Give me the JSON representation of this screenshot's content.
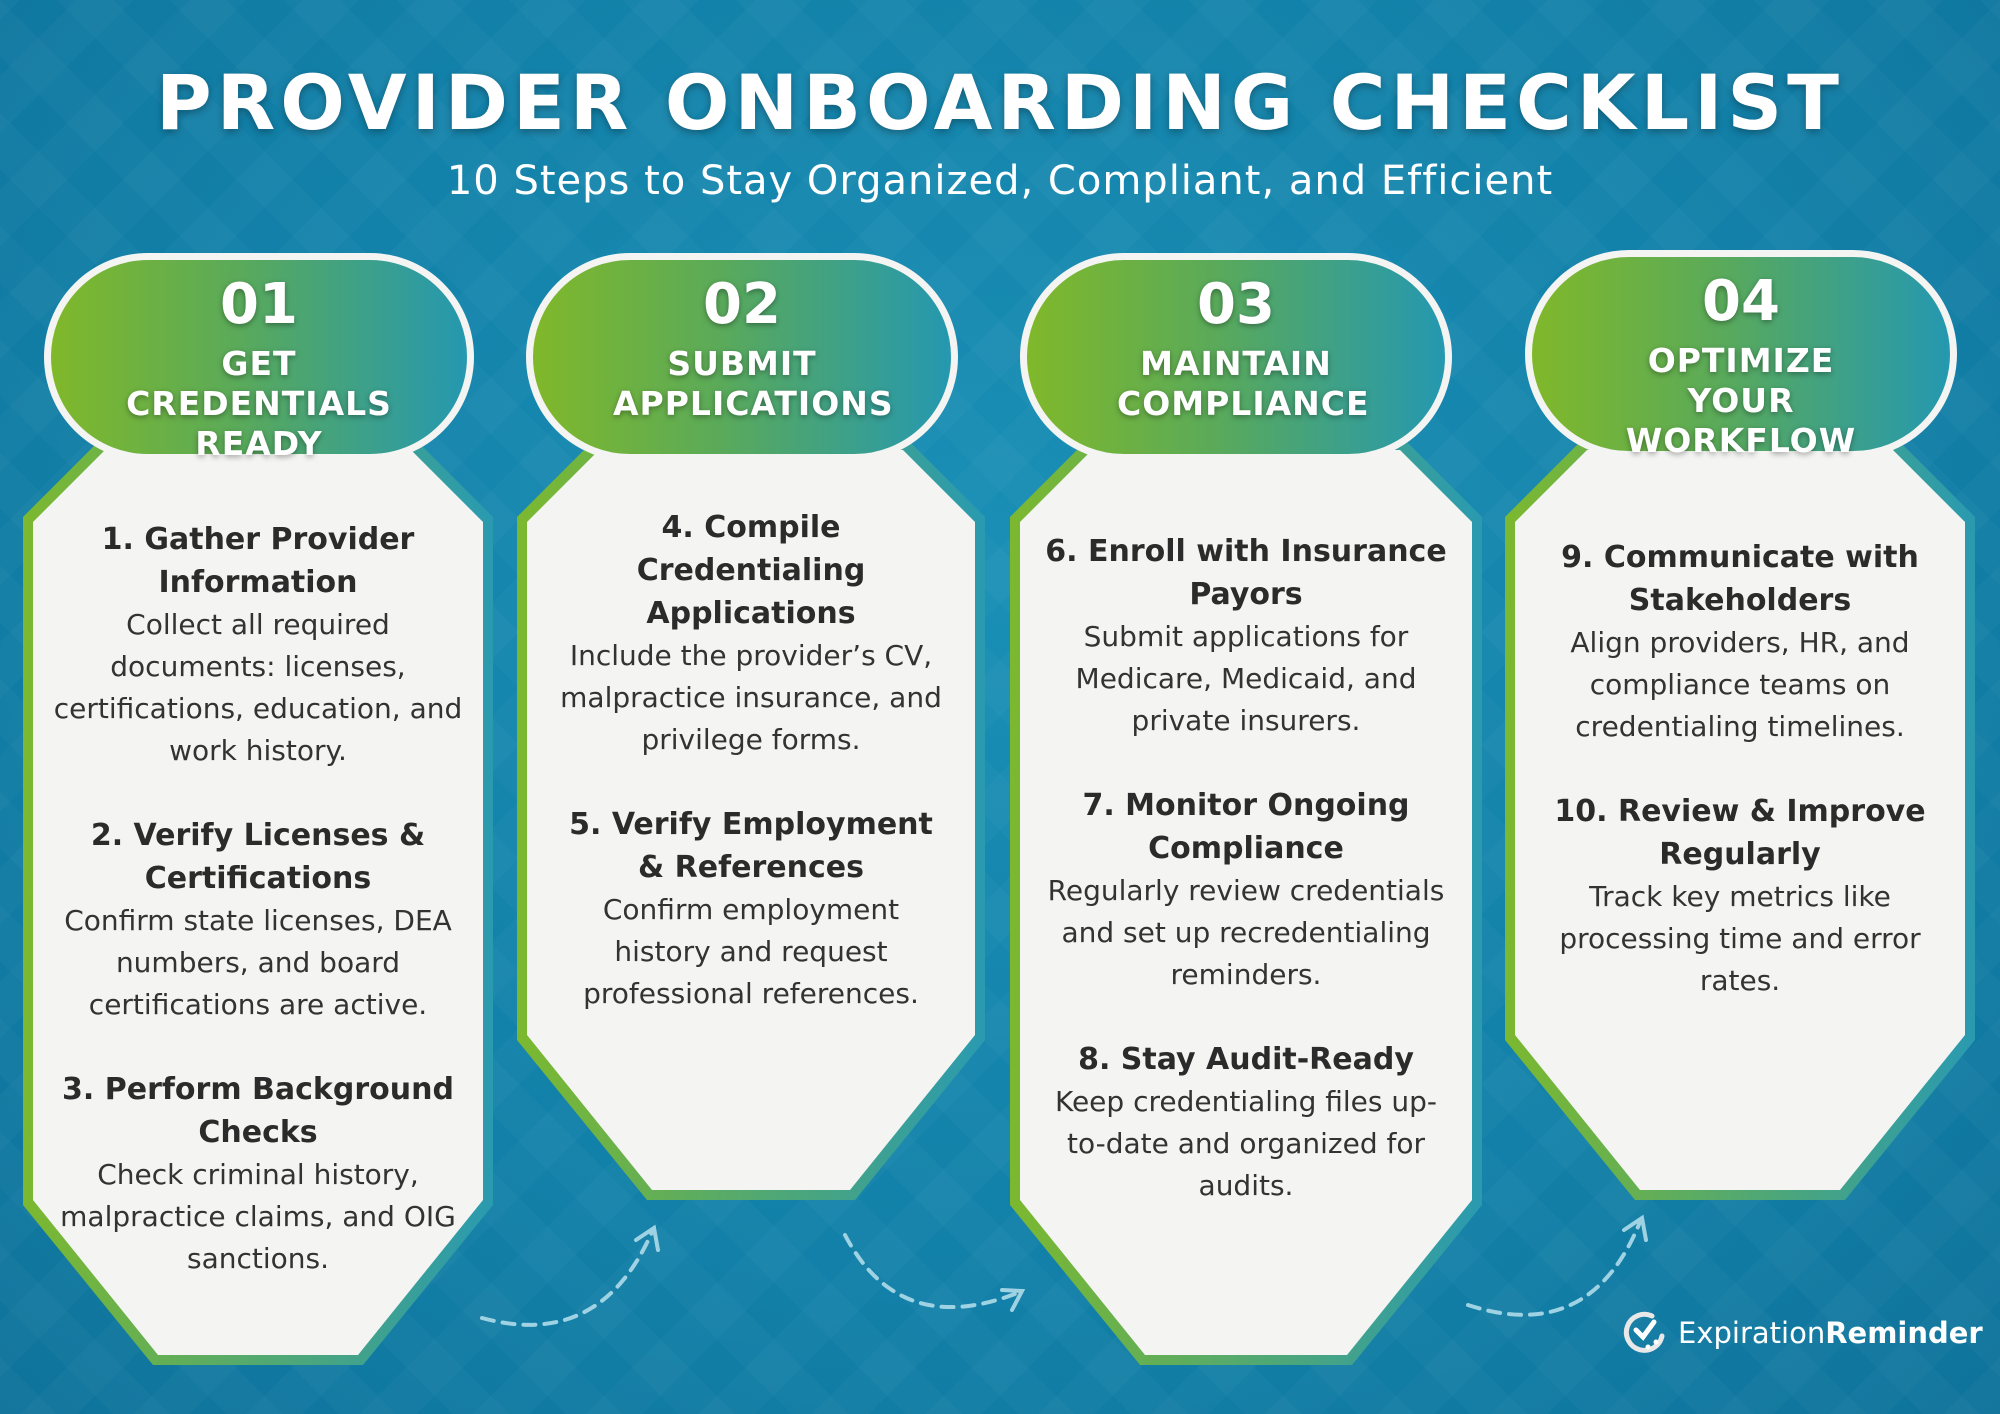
{
  "title": "PROVIDER ONBOARDING CHECKLIST",
  "subtitle": "10 Steps to Stay Organized, Compliant, and Efficient",
  "phases": [
    {
      "number": "01",
      "label": "GET CREDENTIALS READY",
      "steps": [
        {
          "title": "1. Gather Provider Information",
          "text": "Collect all required documents: licenses, certifications, education, and work history."
        },
        {
          "title": "2. Verify Licenses & Certifications",
          "text": "Confirm state licenses, DEA numbers, and board certifications are active."
        },
        {
          "title": "3. Perform Background Checks",
          "text": "Check criminal history, malpractice claims, and OIG sanctions."
        }
      ]
    },
    {
      "number": "02",
      "label": "SUBMIT APPLICATIONS",
      "steps": [
        {
          "title": "4. Compile Credentialing Applications",
          "text": "Include the provider’s CV, malpractice insurance, and privilege forms."
        },
        {
          "title": "5. Verify Employment & References",
          "text": "Confirm employment history and request professional references."
        }
      ]
    },
    {
      "number": "03",
      "label": "MAINTAIN COMPLIANCE",
      "steps": [
        {
          "title": "6. Enroll with Insurance Payors",
          "text": "Submit applications for Medicare, Medicaid, and private insurers."
        },
        {
          "title": "7. Monitor Ongoing Compliance",
          "text": "Regularly review credentials and set up recredentialing reminders."
        },
        {
          "title": "8. Stay Audit-Ready",
          "text": "Keep credentialing files up-to-date and organized for audits."
        }
      ]
    },
    {
      "number": "04",
      "label": "OPTIMIZE YOUR WORKFLOW",
      "steps": [
        {
          "title": "9. Communicate with Stakeholders",
          "text": "Align providers, HR, and compliance teams on credentialing timelines."
        },
        {
          "title": "10. Review & Improve Regularly",
          "text": "Track key metrics like processing time and error rates."
        }
      ]
    }
  ],
  "logo": {
    "part1": "Expiration",
    "part2": "Reminder"
  }
}
